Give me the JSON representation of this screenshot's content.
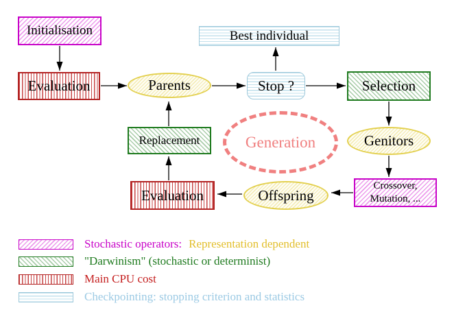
{
  "nodes": {
    "initialisation": "Initialisation",
    "evaluation_top": "Evaluation",
    "parents": "Parents",
    "best_individual": "Best individual",
    "stop": "Stop ?",
    "selection": "Selection",
    "genitors": "Genitors",
    "crossover_line1": "Crossover,",
    "crossover_line2": "Mutation, ...",
    "offspring": "Offspring",
    "evaluation_bottom": "Evaluation",
    "replacement": "Replacement",
    "generation": "Generation"
  },
  "legend": {
    "items": [
      {
        "swatch": "magenta-diagonal-hatch",
        "label": "Stochastic operators:",
        "label_extra": "Representation dependent"
      },
      {
        "swatch": "green-diagonal-hatch",
        "label": "\"Darwinism\" (stochastic or determinist)"
      },
      {
        "swatch": "red-vertical-stripes",
        "label": "Main CPU cost"
      },
      {
        "swatch": "cyan-horizontal-stripes",
        "label": "Checkpointing: stopping criterion and statistics"
      }
    ]
  },
  "colors": {
    "magenta": "#C803C8",
    "green": "#1E7A1E",
    "red": "#B22222",
    "cyan": "#9EC9DB",
    "yellow": "#E3D04F",
    "gold_text": "#E2BE2A",
    "salmon": "#F08080",
    "arrow": "#000000",
    "text": "#000000"
  }
}
